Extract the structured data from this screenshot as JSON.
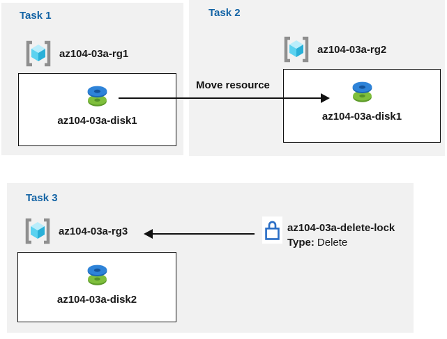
{
  "colors": {
    "panel_background": "#f1f1f1",
    "title_blue": "#1464a5",
    "arrow_black": "#111111",
    "lock_blue": "#2b6fc6",
    "disk_blue": "#2e83d8",
    "disk_green": "#7fbf3c",
    "cube_cyan": "#29b0d8"
  },
  "tasks": [
    {
      "title": "Task 1",
      "resource_group": "az104-03a-rg1",
      "disk": "az104-03a-disk1"
    },
    {
      "title": "Task 2",
      "resource_group": "az104-03a-rg2",
      "disk": "az104-03a-disk1"
    },
    {
      "title": "Task 3",
      "resource_group": "az104-03a-rg3",
      "disk": "az104-03a-disk2"
    }
  ],
  "move_arrow": {
    "label": "Move resource"
  },
  "delete_lock": {
    "name": "az104-03a-delete-lock",
    "type_label": "Type:",
    "type_value": "Delete"
  },
  "icons": {
    "resource_group": "gray brackets with cyan isometric cube",
    "disk": "stacked blue and green disk platters",
    "lock": "blue outline padlock"
  }
}
